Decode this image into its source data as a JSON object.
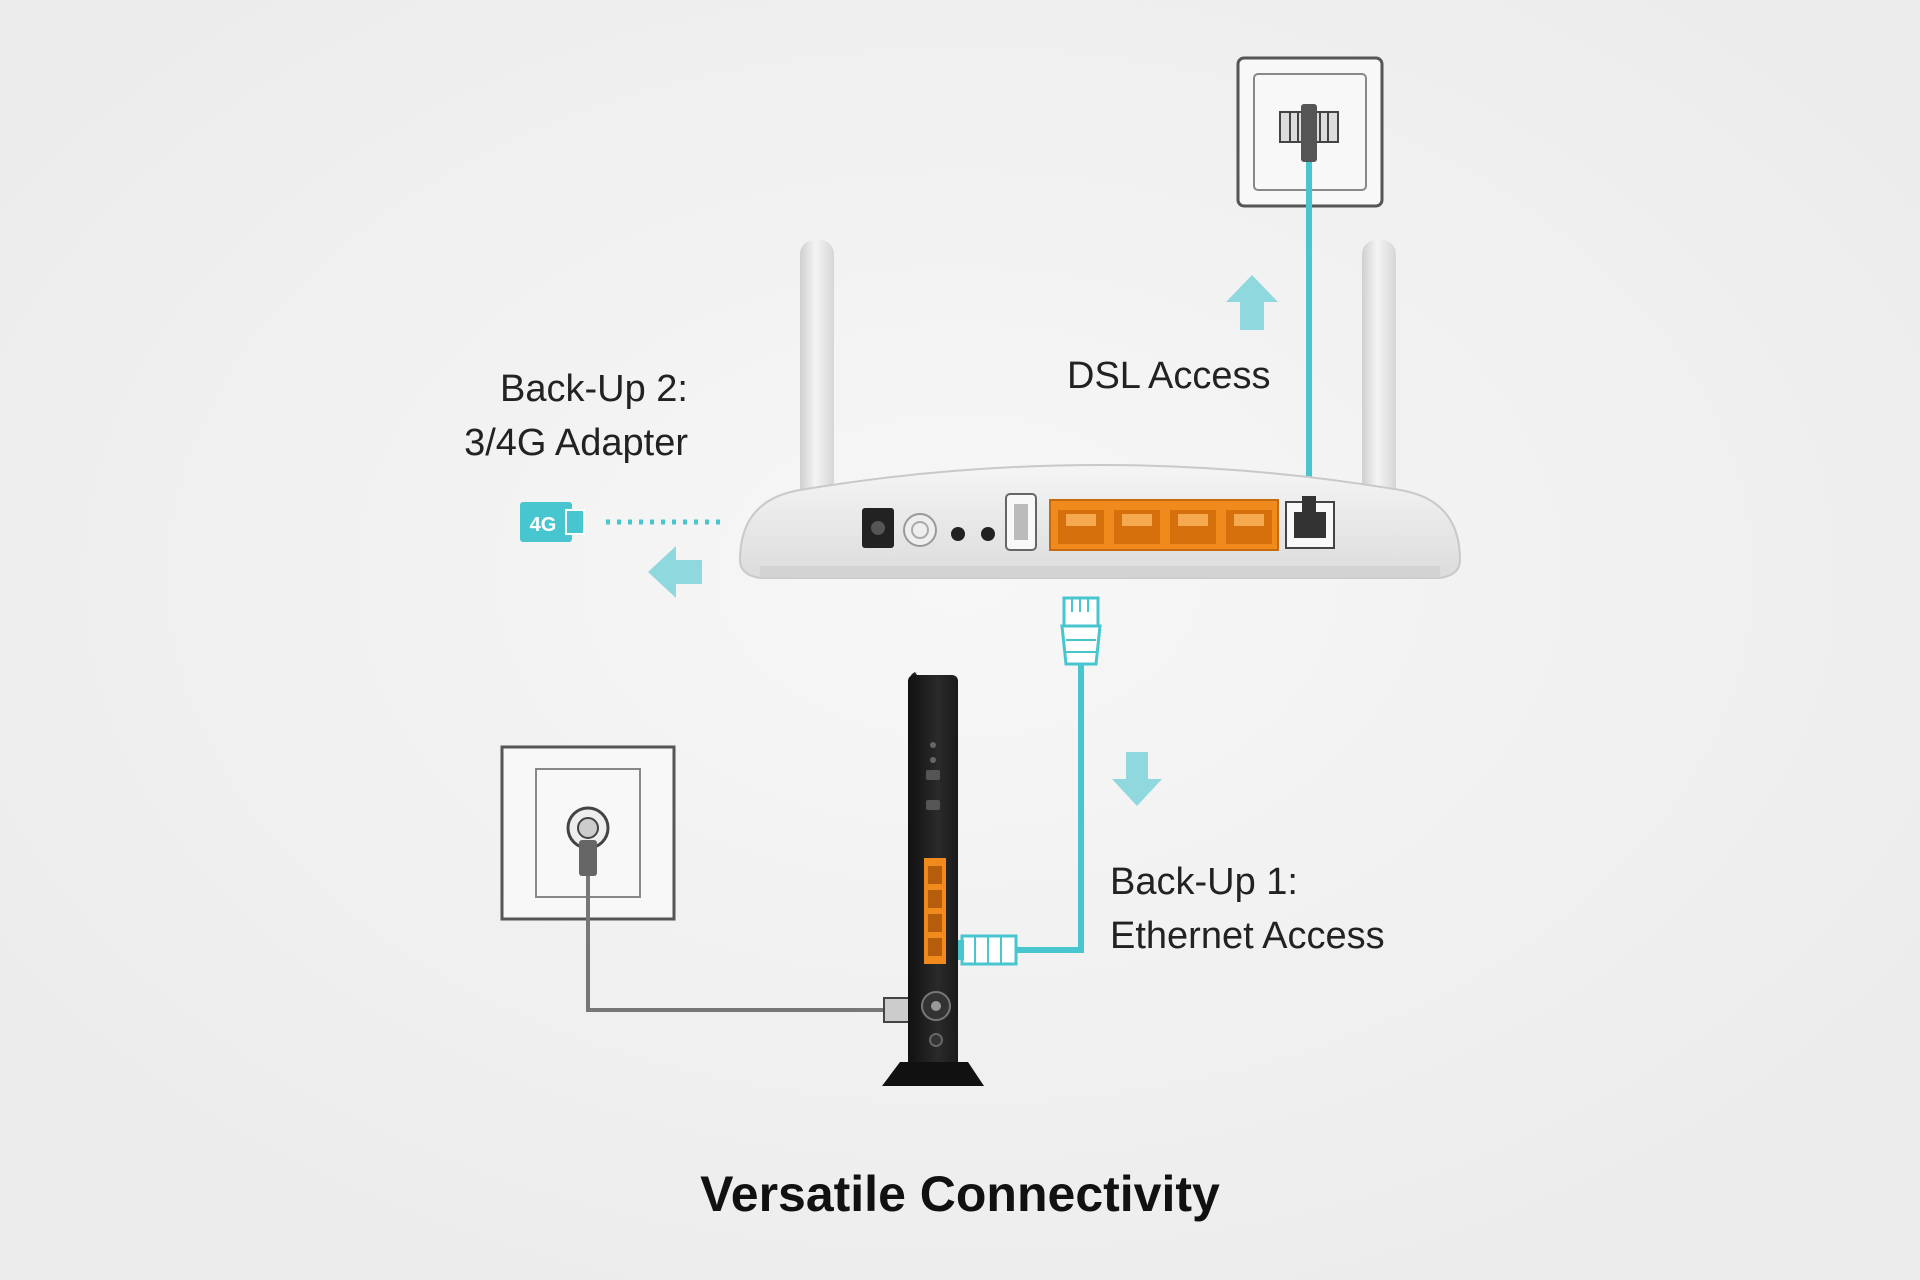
{
  "labels": {
    "backup2_line1": "Back-Up 2:",
    "backup2_line2": "3/4G Adapter",
    "dsl": "DSL Access",
    "backup1_line1": "Back-Up 1:",
    "backup1_line2": "Ethernet Access",
    "adapter_badge": "4G"
  },
  "caption": "Versatile Connectivity",
  "colors": {
    "accent_cyan": "#47c6cf",
    "port_orange": "#f08a1c",
    "router_body": "#e9e9e9",
    "modem_body": "#1e1e1e",
    "background": "#f1f1f1"
  },
  "arrows": {
    "dsl": "up-arrow-icon",
    "ethernet": "down-arrow-icon",
    "adapter": "left-arrow-icon"
  }
}
